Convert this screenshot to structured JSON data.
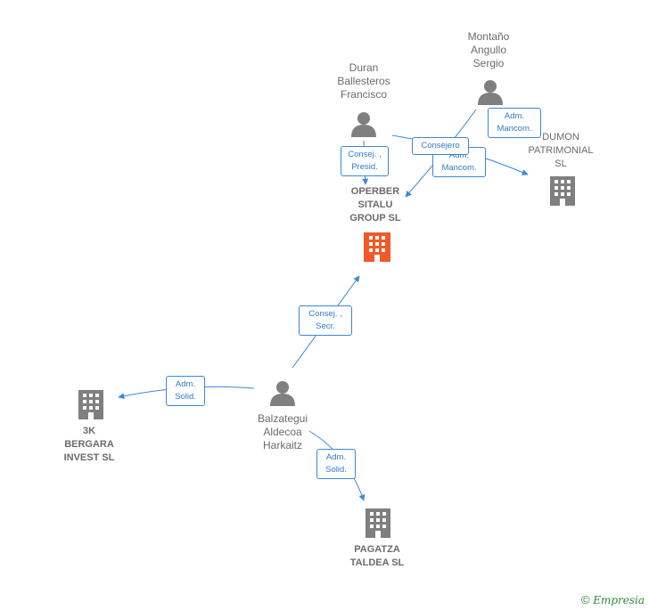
{
  "people": {
    "duran": "Duran\nBallesteros\nFrancisco",
    "montano": "Montaño\nAngullo\nSergio",
    "balzategui": "Balzategui\nAldecoa\nHarkaitz"
  },
  "companies": {
    "operber": "OPERBER\nSITALU\nGROUP  SL",
    "dumon": "DUMON\nPATRIMONIAL\nSL",
    "bergara": "3K\nBERGARA\nINVEST  SL",
    "pagatza": "PAGATZA\nTALDEA  SL"
  },
  "relations": {
    "duran_operber": "Consej. ,\nPresid.",
    "duran_dumon": "Adm.\nMancom.",
    "montano_dumon": "Adm.\nMancom.",
    "montano_operber": "Consejero",
    "balz_operber": "Consej. ,\nSecr.",
    "balz_bergara": "Adm.\nSolid.",
    "balz_pagatza": "Adm.\nSolid."
  },
  "colors": {
    "edge": "#3a87d6",
    "person": "#7f7f7f",
    "company": "#7f7f7f",
    "main_company": "#f05a28"
  },
  "footer": {
    "copyright": "©",
    "brand": "Empresia"
  }
}
